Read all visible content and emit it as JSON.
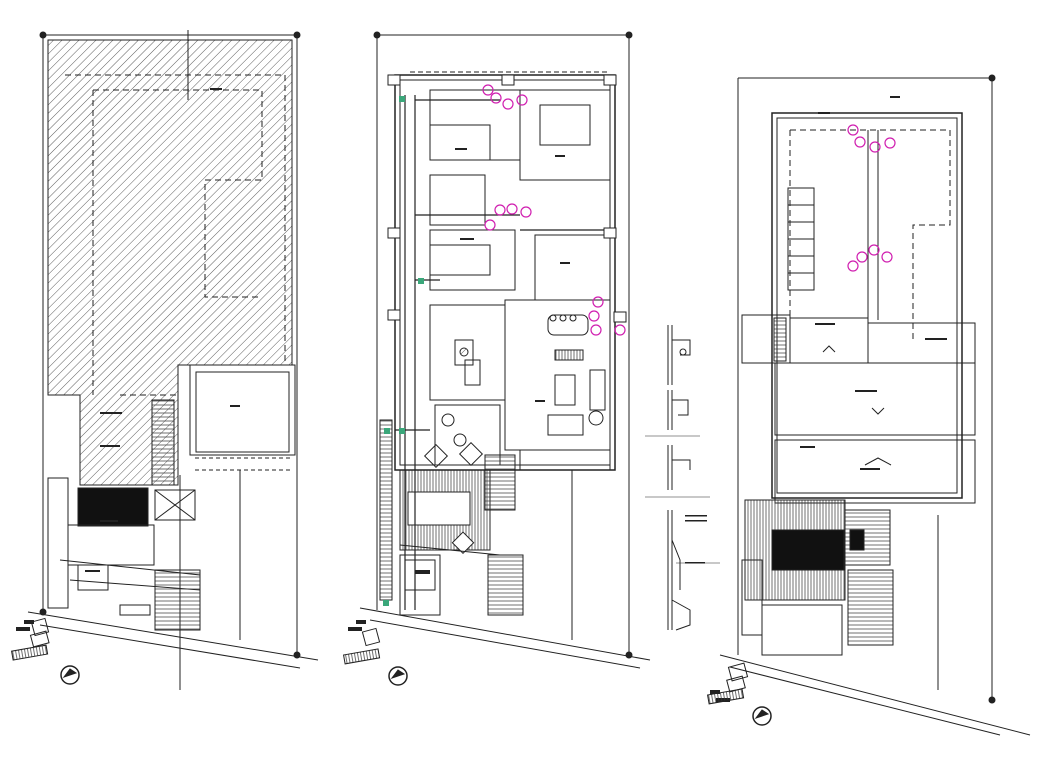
{
  "drawing": {
    "description_free": true,
    "sheets": [
      {
        "id": "roof-plan"
      },
      {
        "id": "ground-floor-plan"
      },
      {
        "id": "upper-floor-plan"
      }
    ],
    "details": [
      {
        "id": "detail-1"
      },
      {
        "id": "detail-2"
      },
      {
        "id": "detail-3"
      },
      {
        "id": "detail-4"
      }
    ],
    "colors": {
      "line": "#222222",
      "hatch": "#333333",
      "fixture": "#d01fb0",
      "valve": "#3aa77a",
      "paper": "#ffffff"
    },
    "icons": [
      "north-arrow-icon",
      "fixture-marker-icon",
      "valve-icon"
    ]
  }
}
